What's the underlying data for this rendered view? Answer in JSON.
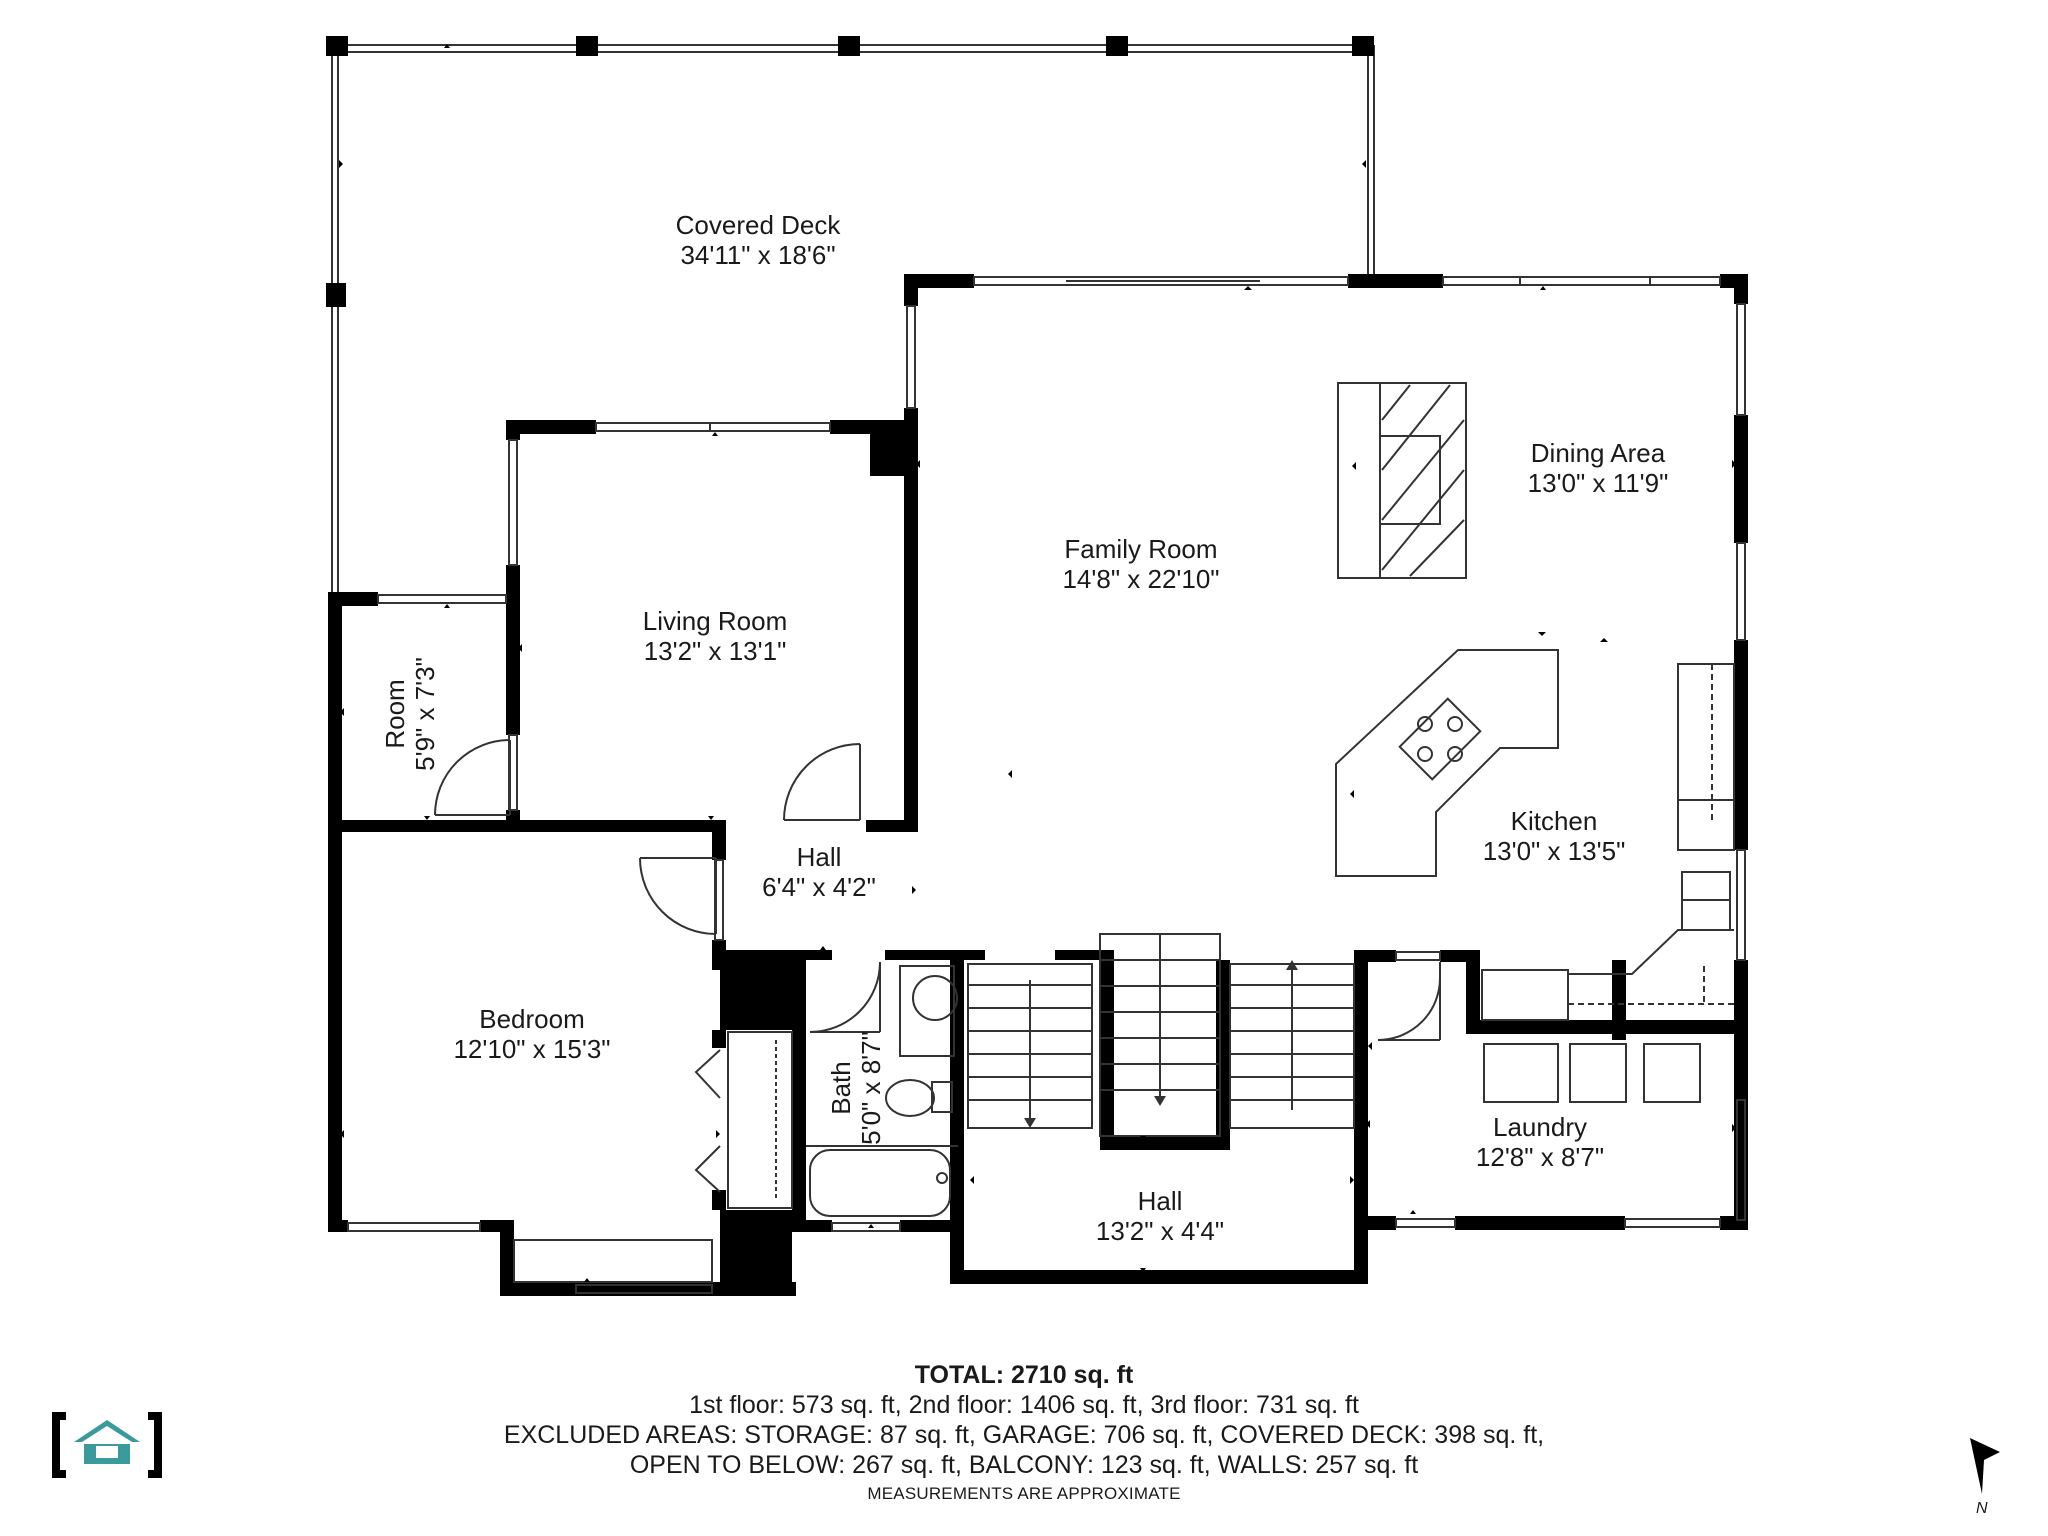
{
  "rooms": {
    "covered_deck": {
      "name": "Covered Deck",
      "dims": "34'11\" x 18'6\""
    },
    "dining_area": {
      "name": "Dining Area",
      "dims": "13'0\" x 11'9\""
    },
    "family_room": {
      "name": "Family Room",
      "dims": "14'8\" x 22'10\""
    },
    "living_room": {
      "name": "Living Room",
      "dims": "13'2\" x 13'1\""
    },
    "small_room": {
      "name": "Room",
      "dims": "5'9\" x 7'3\""
    },
    "kitchen": {
      "name": "Kitchen",
      "dims": "13'0\" x 13'5\""
    },
    "hall_upper": {
      "name": "Hall",
      "dims": "6'4\" x 4'2\""
    },
    "bedroom": {
      "name": "Bedroom",
      "dims": "12'10\" x 15'3\""
    },
    "bath": {
      "name": "Bath",
      "dims": "5'0\" x 8'7\""
    },
    "laundry": {
      "name": "Laundry",
      "dims": "12'8\" x 8'7\""
    },
    "hall_lower": {
      "name": "Hall",
      "dims": "13'2\" x 4'4\""
    }
  },
  "summary": {
    "total": "TOTAL: 2710 sq. ft",
    "floors": "1st floor: 573 sq. ft, 2nd floor: 1406 sq. ft, 3rd floor: 731 sq. ft",
    "excluded_1": "EXCLUDED AREAS: STORAGE: 87 sq. ft, GARAGE: 706 sq. ft, COVERED DECK: 398 sq. ft,",
    "excluded_2": "OPEN TO BELOW: 267 sq. ft, BALCONY: 123 sq. ft, WALLS: 257 sq. ft",
    "note": "MEASUREMENTS ARE APPROXIMATE"
  },
  "compass": {
    "label": "N"
  },
  "colors": {
    "wall": "#000000",
    "logo": "#3a9a9c",
    "line": "#333333"
  }
}
